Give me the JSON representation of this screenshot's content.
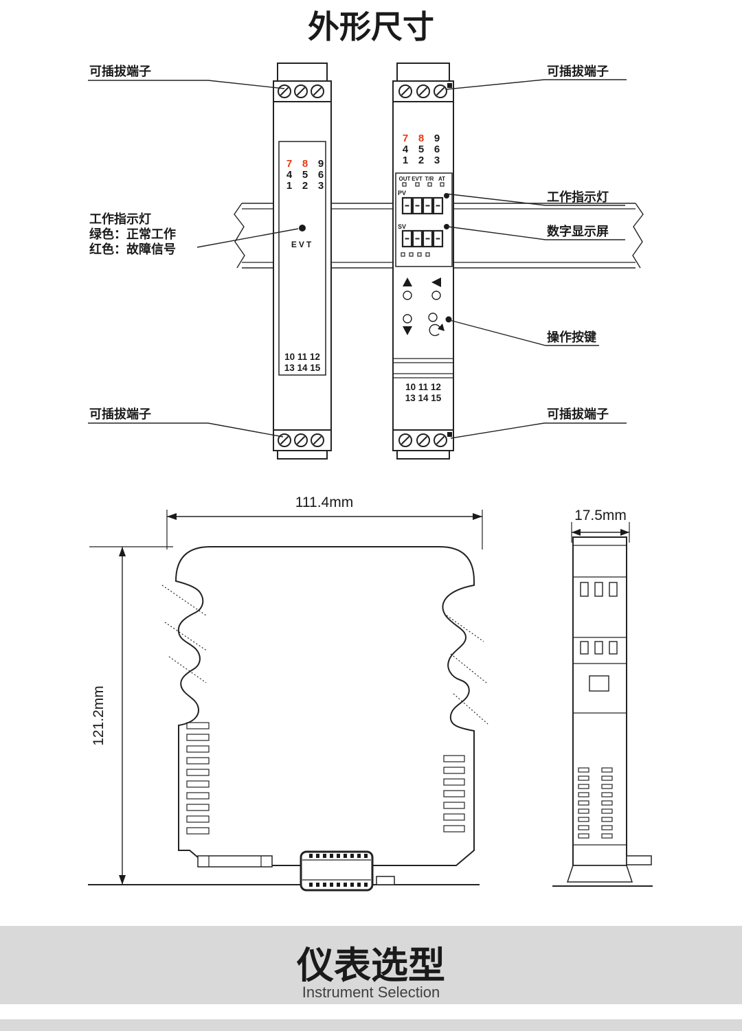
{
  "page": {
    "title": "外形尺寸"
  },
  "section": {
    "title": "仪表选型",
    "subtitle": "Instrument Selection"
  },
  "callouts": {
    "terminal_top_left": "可插拔端子",
    "terminal_top_right": "可插拔端子",
    "terminal_bottom_left": "可插拔端子",
    "terminal_bottom_right": "可插拔端子",
    "indicator_title": "工作指示灯",
    "indicator_green": "绿色：正常工作",
    "indicator_red": "红色：故障信号",
    "indicator_right": "工作指示灯",
    "display": "数字显示屏",
    "buttons": "操作按键"
  },
  "module_left": {
    "digits": [
      [
        "7",
        "8",
        "9"
      ],
      [
        "4",
        "5",
        "6"
      ],
      [
        "1",
        "2",
        "3"
      ]
    ],
    "led_label": "EVT",
    "bottom_row1": "10 11 12",
    "bottom_row2": "13 14 15"
  },
  "module_right": {
    "digits": [
      [
        "7",
        "8",
        "9"
      ],
      [
        "4",
        "5",
        "6"
      ],
      [
        "1",
        "2",
        "3"
      ]
    ],
    "indicators": [
      "OUT",
      "EVT",
      "T/R",
      "AT"
    ],
    "pv_label": "PV",
    "sv_label": "SV",
    "bottom_row1": "10 11 12",
    "bottom_row2": "13 14 15"
  },
  "dimensions": {
    "width": "111.4mm",
    "height": "121.2mm",
    "depth": "17.5mm"
  },
  "colors": {
    "accent_red": "#e8380d",
    "line": "#231815",
    "band_gray": "#d9d9d9"
  }
}
